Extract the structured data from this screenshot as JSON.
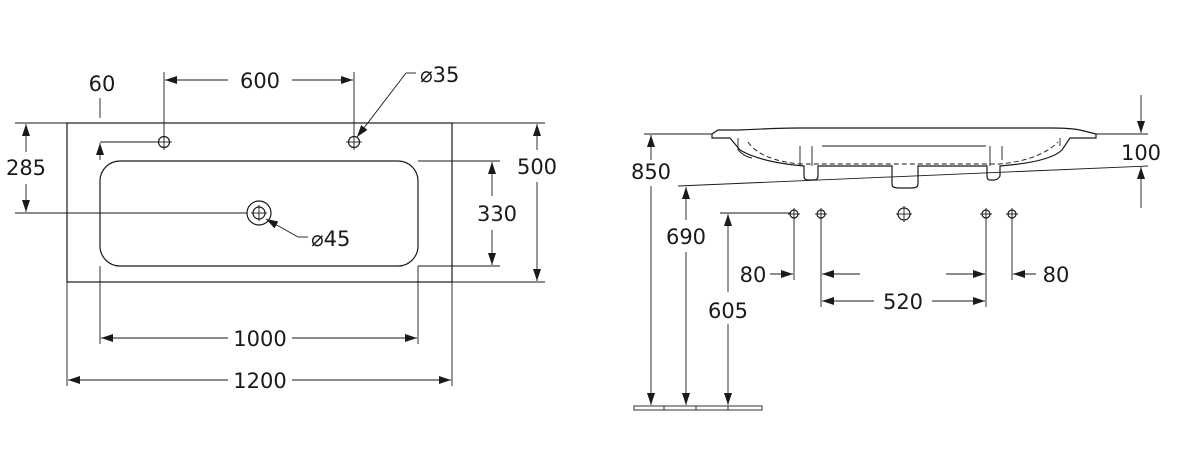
{
  "plan_view": {
    "dims": {
      "edge_offset": "60",
      "tap_spacing": "600",
      "tap_hole_dia": "⌀35",
      "waste_position": "285",
      "overall_depth": "500",
      "basin_depth": "330",
      "waste_dia": "⌀45",
      "basin_width": "1000",
      "overall_width": "1200"
    }
  },
  "side_view": {
    "dims": {
      "rim_height": "850",
      "thickness": "100",
      "underside_height": "690",
      "supply_height": "605",
      "left_offset": "80",
      "right_offset": "80",
      "supply_spacing": "520"
    }
  }
}
